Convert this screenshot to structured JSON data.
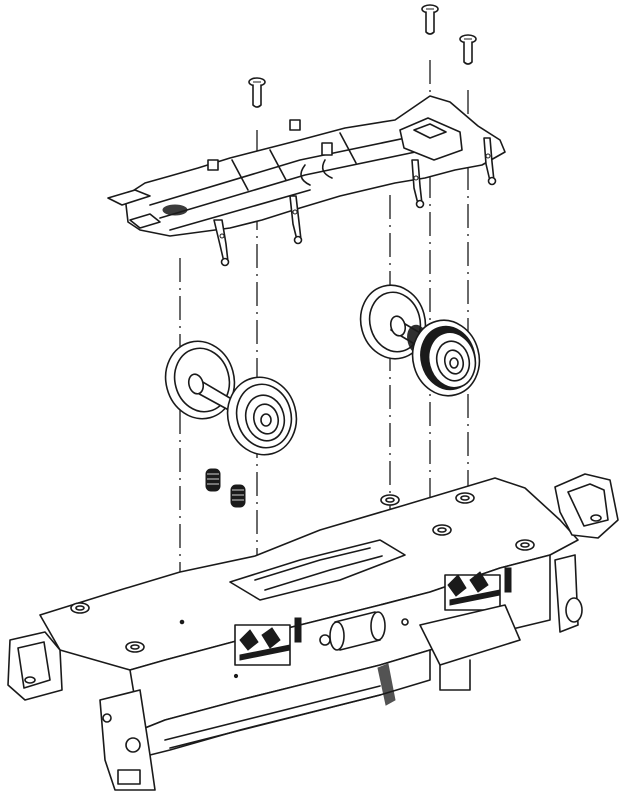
{
  "figure": {
    "type": "exploded-assembly-drawing",
    "colors": {
      "line": "#1a1a1a",
      "background": "#ffffff"
    },
    "parts": [
      {
        "id": "screw",
        "count": 3
      },
      {
        "id": "upper-frame",
        "count": 1
      },
      {
        "id": "wheelset-plain",
        "count": 1
      },
      {
        "id": "wheelset-geared",
        "count": 1
      },
      {
        "id": "coil-spring",
        "count": 2
      },
      {
        "id": "motor-chassis",
        "count": 1
      }
    ],
    "alignment_axes": 5
  }
}
